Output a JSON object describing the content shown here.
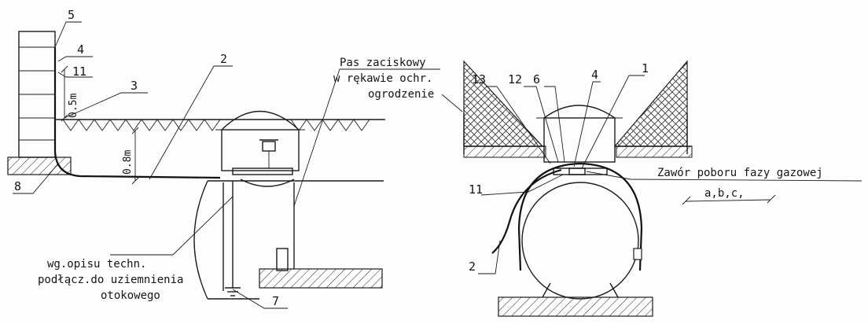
{
  "left_view": {
    "marker_5": "5",
    "marker_4": "4",
    "marker_11": "11",
    "marker_3": "3",
    "marker_2": "2",
    "marker_8": "8",
    "marker_7": "7",
    "dim_05": "0.5m",
    "dim_08": "0.8m",
    "note_line1": "wg.opisu techn.",
    "note_line2": "podłącz.do uziemnienia",
    "note_line3": "otokowego"
  },
  "center_label": {
    "line1": "Pas zaciskowy",
    "line2": "w rękawie ochr.",
    "line3": "ogrodzenie"
  },
  "right_view": {
    "marker_1": "1",
    "marker_13": "13",
    "marker_12": "12",
    "marker_6": "6",
    "marker_4": "4",
    "marker_11": "11",
    "marker_2": "2",
    "valve_label": "Zawór poboru fazy gazowej",
    "abc": "a,b,c,"
  }
}
